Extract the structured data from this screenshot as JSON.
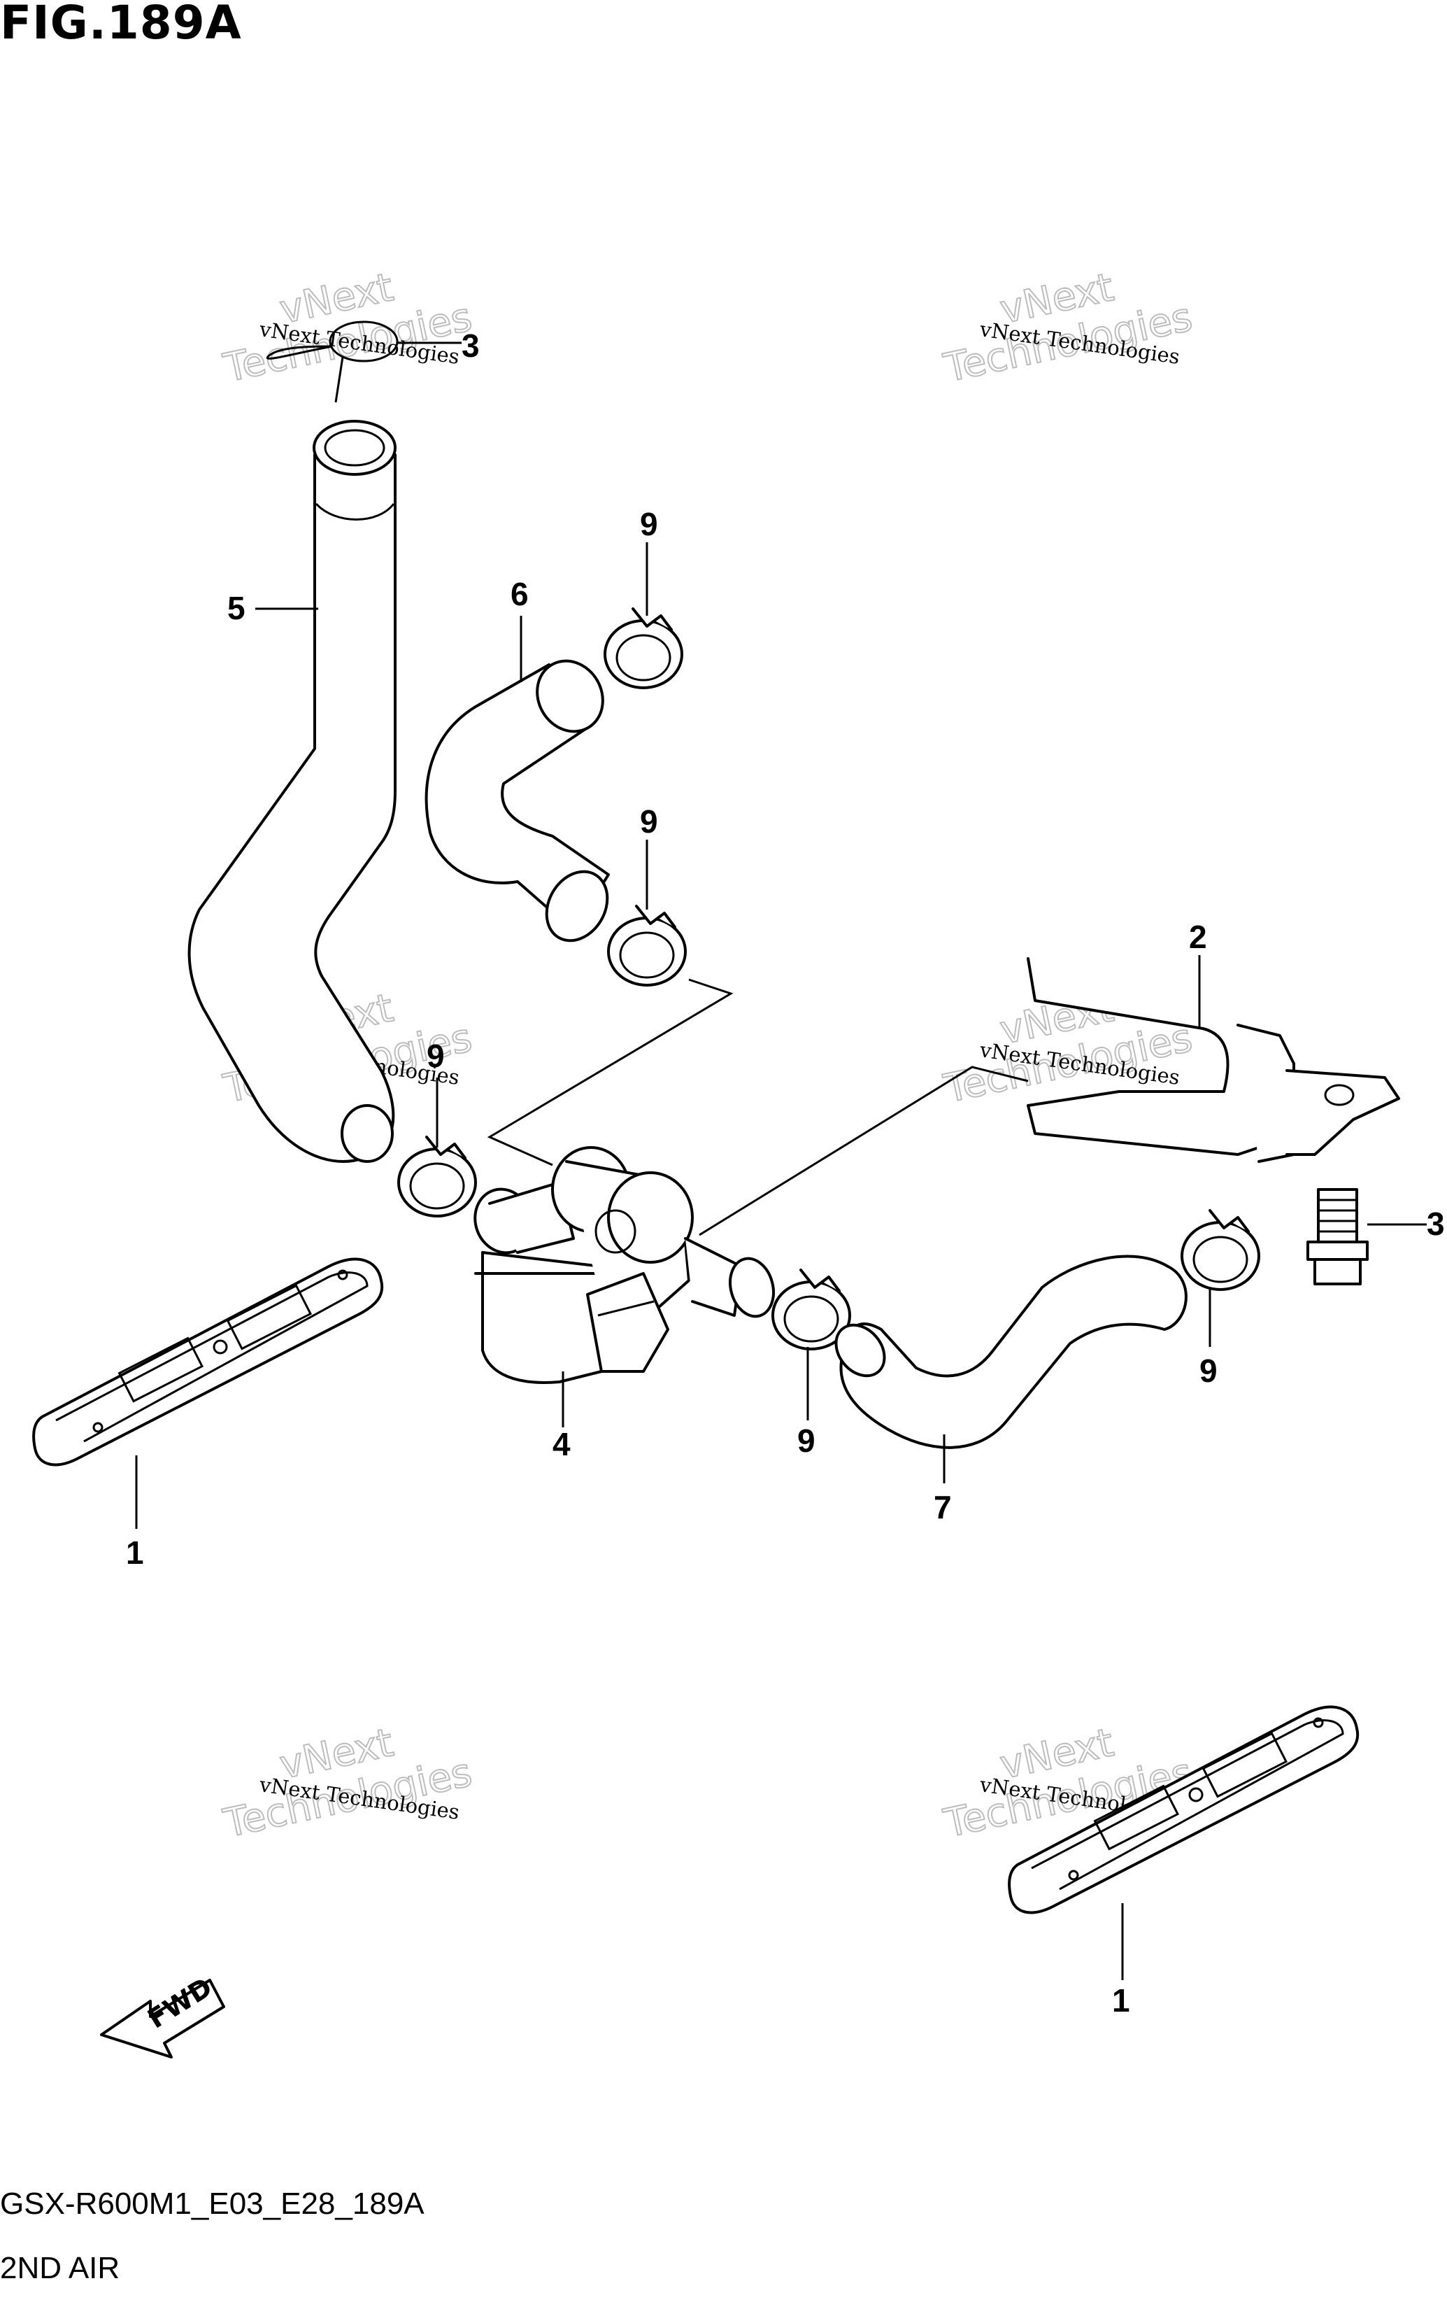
{
  "figure": {
    "title": "FIG.189A",
    "model_code": "GSX-R600M1_E03_E28_189A",
    "section_name": "2ND AIR"
  },
  "callouts": [
    {
      "id": "c1a",
      "text": "1"
    },
    {
      "id": "c1b",
      "text": "1"
    },
    {
      "id": "c2",
      "text": "2"
    },
    {
      "id": "c3a",
      "text": "3"
    },
    {
      "id": "c3b",
      "text": "3"
    },
    {
      "id": "c4",
      "text": "4"
    },
    {
      "id": "c5",
      "text": "5"
    },
    {
      "id": "c6",
      "text": "6"
    },
    {
      "id": "c7",
      "text": "7"
    },
    {
      "id": "c9a",
      "text": "9"
    },
    {
      "id": "c9b",
      "text": "9"
    },
    {
      "id": "c9c",
      "text": "9"
    },
    {
      "id": "c9d",
      "text": "9"
    },
    {
      "id": "c9e",
      "text": "9"
    }
  ],
  "fwd_label": "FWD",
  "watermark": {
    "line_a": "vNext Technologies",
    "line_b": "vNext",
    "line_c": "Technologies"
  }
}
